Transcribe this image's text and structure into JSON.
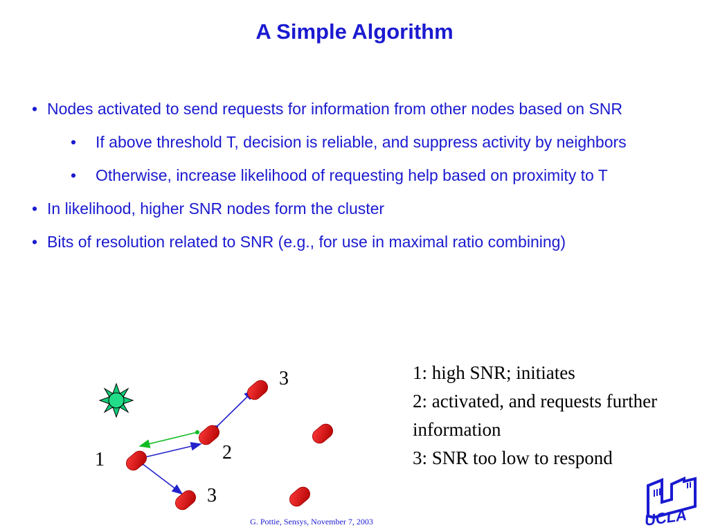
{
  "slide": {
    "title": "A Simple Algorithm",
    "bullets": [
      {
        "text": "Nodes activated to send requests for information from other nodes based on SNR",
        "sub": [
          "If above threshold T, decision is reliable, and suppress activity by neighbors",
          "Otherwise, increase likelihood of requesting help based on proximity to T"
        ]
      },
      {
        "text": "In likelihood, higher SNR nodes form the cluster"
      },
      {
        "text": "Bits of resolution related to SNR (e.g., for use in maximal ratio combining)"
      }
    ],
    "bullet_glyph": "•"
  },
  "diagram": {
    "node_labels": {
      "initiator": "1",
      "activated": "2",
      "low_top": "3",
      "low_bottom": "3"
    },
    "colors": {
      "node": "#e00000",
      "star": "#11cc77",
      "arrow_blue": "#2222cc",
      "arrow_green": "#11bb22"
    },
    "icons": {
      "source": "star-burst-icon"
    }
  },
  "legend": {
    "lines": [
      "1: high SNR; initiates",
      "2: activated, and requests further information",
      "3: SNR too low to respond"
    ]
  },
  "footer": {
    "text": "G. Pottie, Sensys, November 7, 2003"
  },
  "logo": {
    "text": "UCLA"
  },
  "colors": {
    "accent": "#1a1ad0",
    "logo": "#1a1ad0"
  }
}
